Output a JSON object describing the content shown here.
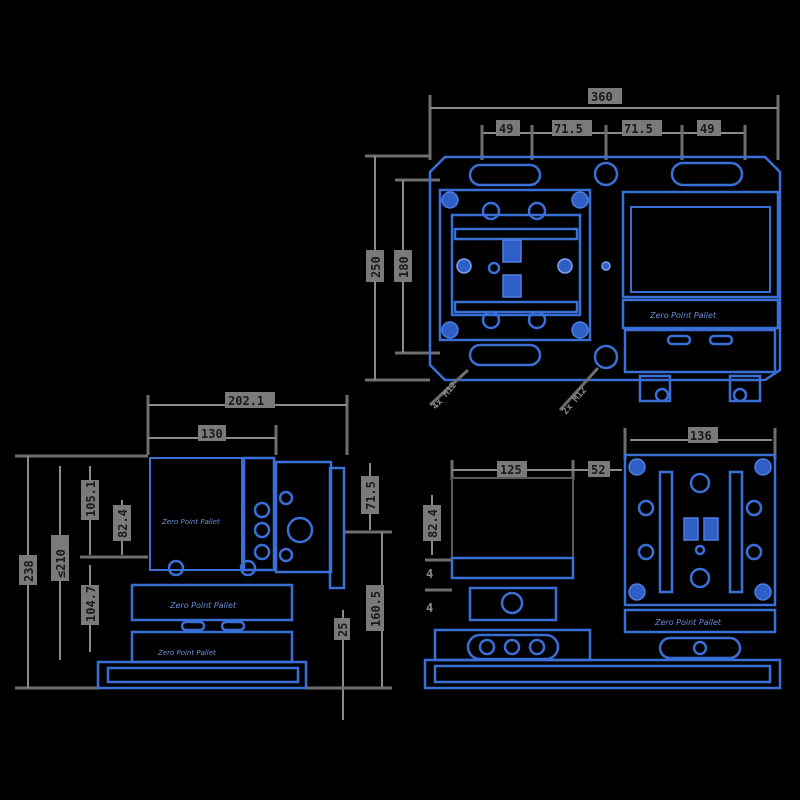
{
  "drawing": {
    "title": "Zero Point Pallet Clamping System - Technical Drawing",
    "colors": {
      "background": "#000000",
      "part_lines": "#3a6fd8",
      "dimension_lines": "#8a8a8a",
      "dimension_text": "#1a1a1a"
    },
    "plate_text": "Zero Point Pallet",
    "views": {
      "top_view": {
        "dims": {
          "overall_width": "360",
          "seg1": "49",
          "seg2": "71.5",
          "seg3": "71.5",
          "seg4": "49",
          "overall_height": "250",
          "inner_height": "180",
          "callout_left": "4x M12",
          "callout_right": "2x M12"
        }
      },
      "side_view": {
        "dims": {
          "overall_width": "202.1",
          "inner_width": "130",
          "overall_height": "238",
          "max_height": "≤210",
          "upper_height": "105.1",
          "upper_inner": "82.4",
          "lower_height": "104.7",
          "right_upper": "71.5",
          "right_lower": "160.5",
          "base": "25"
        }
      },
      "front_view": {
        "dims": {
          "left_width": "125",
          "gap": "52",
          "right_width": "136",
          "height_a": "82.4",
          "height_b": "4",
          "height_c": "4"
        }
      }
    }
  }
}
